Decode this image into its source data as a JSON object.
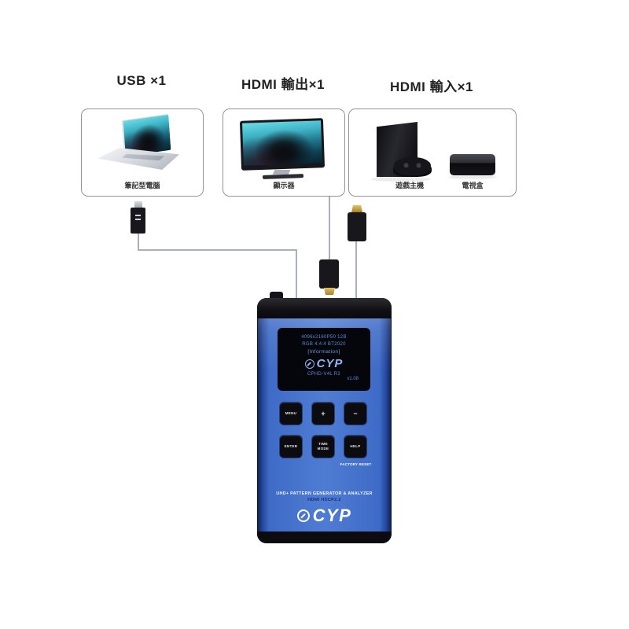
{
  "groups": [
    {
      "id": "usb",
      "title": "USB ×1",
      "devices": [
        {
          "name": "laptop",
          "caption": "筆記型電腦"
        }
      ]
    },
    {
      "id": "hdmi-out",
      "title": "HDMI 輸出×1",
      "devices": [
        {
          "name": "monitor",
          "caption": "顯示器"
        }
      ]
    },
    {
      "id": "hdmi-in",
      "title": "HDMI 輸入×1",
      "devices": [
        {
          "name": "game-console",
          "caption": "遊戲主機"
        },
        {
          "name": "tv-box",
          "caption": "電視盒"
        }
      ]
    }
  ],
  "device": {
    "screen": {
      "line1": "4096x2160P50 12B",
      "line2": "RGB 4:4:4 BT2020",
      "line3": "[Information]",
      "brand": "CYP",
      "model": "CPHD-V4L  R2",
      "firmware": "v1.08"
    },
    "keys": {
      "menu": "MENU",
      "plus": "+",
      "minus": "−",
      "enter": "ENTER",
      "time_mode": "TIME MODE",
      "help": "HELP",
      "factory_reset": "FACTORY RESET"
    },
    "footer": {
      "line1": "UHD+ PATTERN GENERATOR & ANALYZER",
      "line2": "HDMI  HDCP2.2",
      "brand": "CYP"
    }
  },
  "colors": {
    "device_blue_center": "#4f7cd3",
    "device_blue_edge": "#0f1e4c",
    "screen_text_blue": "#6f9ce0",
    "cable_gray": "#a9aec6",
    "connector_black": "#17171c",
    "connector_gold": "#c9a544",
    "box_border_gray": "#8f949c"
  }
}
